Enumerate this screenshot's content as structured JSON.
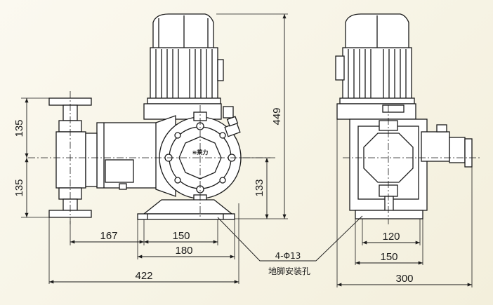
{
  "colors": {
    "background": "#f6f2e2",
    "body_fill": "#ffffff",
    "line": "#1a1a1a"
  },
  "dimensions": {
    "d167": "167",
    "d150_front": "150",
    "d180": "180",
    "d422": "422",
    "d120": "120",
    "d150_side": "150",
    "d300": "300",
    "d135_top": "135",
    "d135_bottom": "135",
    "d133": "133",
    "d449": "449"
  },
  "notes": {
    "hole_spec": "4-Φ13",
    "hole_desc": "地脚安装孔"
  },
  "logo": {
    "text": "≋莱力"
  }
}
